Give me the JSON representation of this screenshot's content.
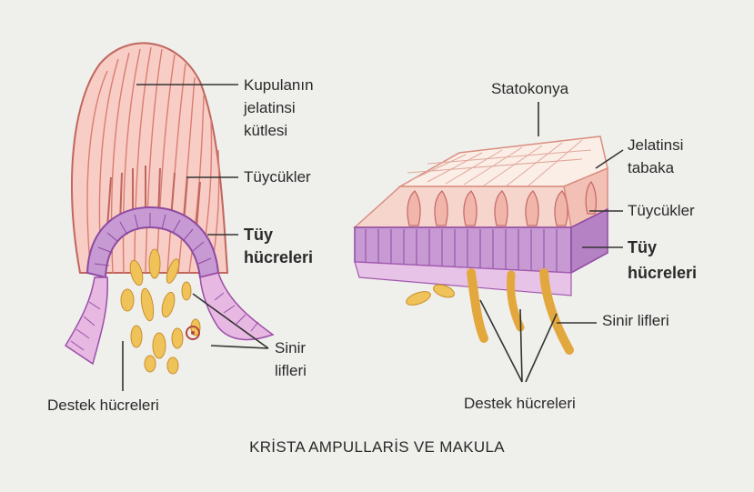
{
  "labels": {
    "kupula_line1": "Kupulanın",
    "kupula_line2": "jelatinsi",
    "kupula_line3": "kütlesi",
    "tuycukler_left": "Tüycükler",
    "tuy_hucreleri_left_1": "Tüy",
    "tuy_hucreleri_left_2": "hücreleri",
    "sinir_left_1": "Sinir",
    "sinir_left_2": "lifleri",
    "destek_left": "Destek hücreleri",
    "statokonya": "Statokonya",
    "jelatinsi_1": "Jelatinsi",
    "jelatinsi_2": "tabaka",
    "tuycukler_right": "Tüycükler",
    "tuy_hucreleri_right_1": "Tüy",
    "tuy_hucreleri_right_2": "hücreleri",
    "sinir_right": "Sinir lifleri",
    "destek_right": "Destek hücreleri"
  },
  "caption": "KRİSTA AMPULLARİS VE MAKULA",
  "colors": {
    "cupula_fill": "#f6c7bf",
    "cupula_stroke": "#c96a63",
    "hair_cell": "#b86cc2",
    "nerve": "#e8b04a",
    "support": "#d58fd0",
    "gel_layer": "#f8e1d9",
    "leader": "#333333"
  }
}
